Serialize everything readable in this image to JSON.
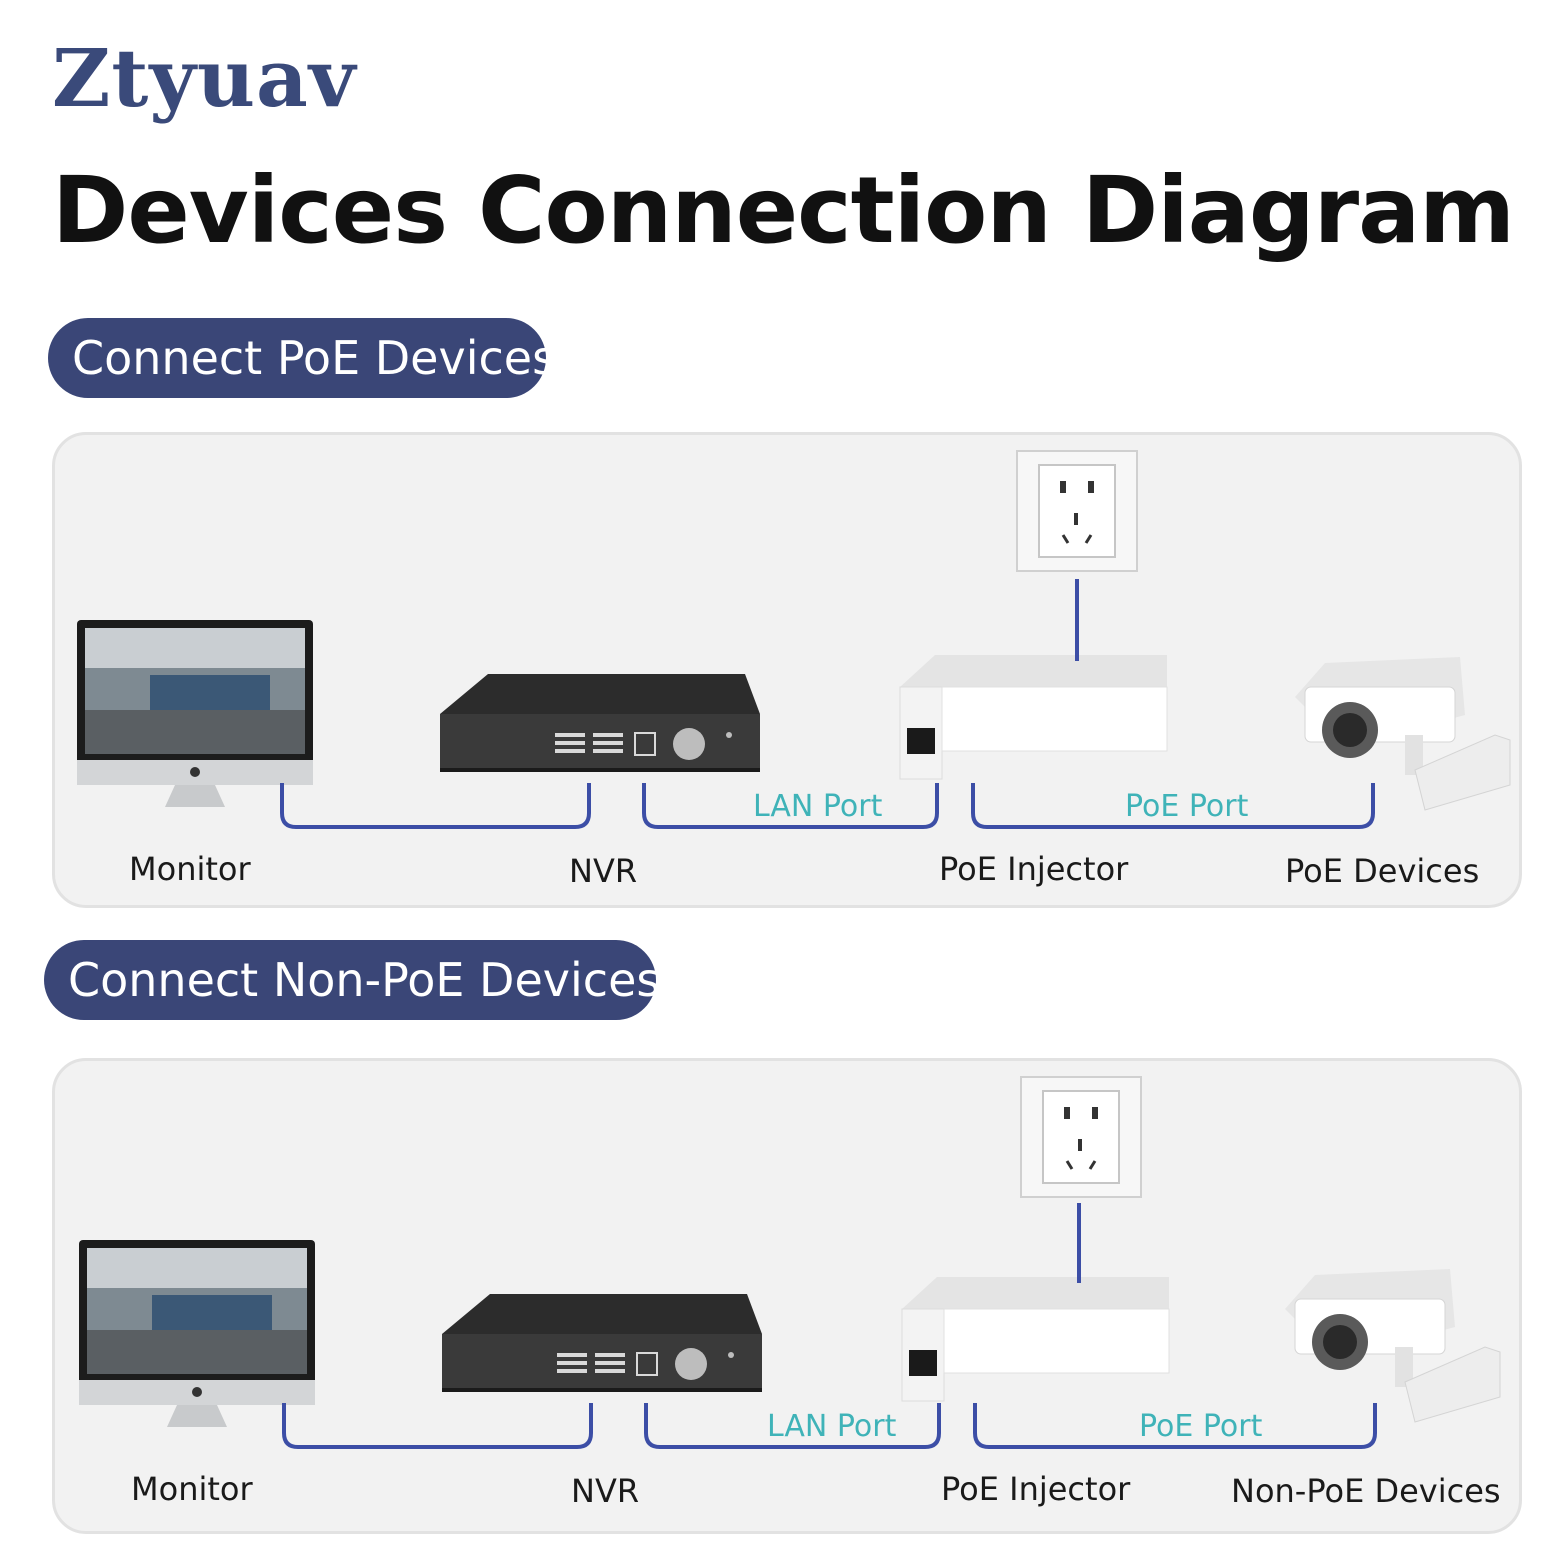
{
  "brand": "Ztyuav",
  "title": "Devices Connection Diagram",
  "sections": [
    {
      "heading": "Connect PoE Devices",
      "labels": {
        "monitor": "Monitor",
        "nvr": "NVR",
        "injector": "PoE Injector",
        "devices": "PoE Devices"
      },
      "ports": {
        "lan": "LAN Port",
        "poe": "PoE Port"
      }
    },
    {
      "heading": "Connect Non-PoE Devices",
      "labels": {
        "monitor": "Monitor",
        "nvr": "NVR",
        "injector": "PoE Injector",
        "devices": "Non-PoE Devices"
      },
      "ports": {
        "lan": "LAN Port",
        "poe": "PoE Port"
      }
    }
  ],
  "colors": {
    "brand": "#3a4a7a",
    "pill": "#3a4677",
    "cable": "#3c4ea6",
    "port_label": "#3fb3b8",
    "panel_bg": "#f2f2f2"
  }
}
